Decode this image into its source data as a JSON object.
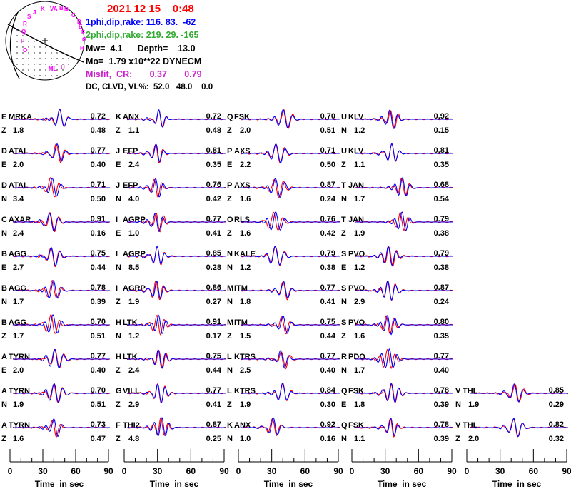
{
  "header": {
    "date": "2021 12 15    0:48",
    "plane1": "1phi,dip,rake: 116. 83.  -62",
    "plane2": "2phi,dip,rake: 219. 29. -165",
    "mw_depth": "Mw=  4.1      Depth=    13.0",
    "moment": "Mo=  1.79 x10**22 DYNECM",
    "misfit": "Misfit,  CR:       0.37       0.79",
    "dc": "DC, CLVD, VL%:  52.0   48.0    0.0"
  },
  "colors": {
    "date": "#ff0000",
    "plane1": "#0000ff",
    "plane2": "#33aa33",
    "misfit": "#cc22cc",
    "observed": "#ff0000",
    "synthetic": "#0000ff",
    "station_labels": "#ff00ff"
  },
  "beachball": {
    "station_labels": [
      "S",
      "J",
      "K",
      "VA",
      "B",
      "N",
      "C",
      "D",
      "E",
      "F",
      "G",
      "H",
      "R",
      "Q",
      "P",
      "O",
      "ML",
      "U"
    ]
  },
  "chart_data": {
    "type": "line",
    "title": "Waveform fits (observed red, synthetic blue)",
    "xlabel": "Time  in sec",
    "xlim": [
      0,
      90
    ],
    "xticks": [
      "0",
      "30",
      "60",
      "90"
    ],
    "columns": [
      {
        "panels": [
          {
            "code": "E",
            "station": "MRKA",
            "cc": "0.72",
            "comp": "Z",
            "amp": "1.8",
            "misfit": "0.48",
            "pulse_t": 46
          },
          {
            "code": "D",
            "station": "ATAL",
            "cc": "0.77",
            "comp": "E",
            "amp": "2.0",
            "misfit": "0.40",
            "pulse_t": 44
          },
          {
            "code": "D",
            "station": "ATAL",
            "cc": "0.71",
            "comp": "N",
            "amp": "3.4",
            "misfit": "0.50",
            "pulse_t": 40
          },
          {
            "code": "C",
            "station": "AXAR",
            "cc": "0.91",
            "comp": "N",
            "amp": "2.4",
            "misfit": "0.16",
            "pulse_t": 38
          },
          {
            "code": "B",
            "station": "AGG",
            "cc": "0.75",
            "comp": "E",
            "amp": "2.7",
            "misfit": "0.44",
            "pulse_t": 40
          },
          {
            "code": "B",
            "station": "AGG",
            "cc": "0.78",
            "comp": "N",
            "amp": "1.7",
            "misfit": "0.39",
            "pulse_t": 40
          },
          {
            "code": "B",
            "station": "AGG",
            "cc": "0.70",
            "comp": "Z",
            "amp": "1.7",
            "misfit": "0.51",
            "pulse_t": 40
          },
          {
            "code": "A",
            "station": "TYRN",
            "cc": "0.77",
            "comp": "E",
            "amp": "2.0",
            "misfit": "0.40",
            "pulse_t": 42
          },
          {
            "code": "A",
            "station": "TYRN",
            "cc": "0.70",
            "comp": "N",
            "amp": "1.9",
            "misfit": "0.51",
            "pulse_t": 42
          },
          {
            "code": "A",
            "station": "TYRN",
            "cc": "0.73",
            "comp": "Z",
            "amp": "1.6",
            "misfit": "0.47",
            "pulse_t": 42
          }
        ]
      },
      {
        "panels": [
          {
            "code": "K",
            "station": "ANX",
            "cc": "0.72",
            "comp": "Z",
            "amp": "1.1",
            "misfit": "0.48",
            "pulse_t": 32
          },
          {
            "code": "J",
            "station": "EFP",
            "cc": "0.81",
            "comp": "E",
            "amp": "2.4",
            "misfit": "0.35",
            "pulse_t": 30
          },
          {
            "code": "J",
            "station": "EFP",
            "cc": "0.76",
            "comp": "N",
            "amp": "4.0",
            "misfit": "0.42",
            "pulse_t": 30
          },
          {
            "code": "I",
            "station": "AGRP",
            "cc": "0.77",
            "comp": "E",
            "amp": "1.0",
            "misfit": "0.41",
            "pulse_t": 30
          },
          {
            "code": "I",
            "station": "AGRP",
            "cc": "0.85",
            "comp": "N",
            "amp": "8.5",
            "misfit": "0.28",
            "pulse_t": 30
          },
          {
            "code": "I",
            "station": "AGRP",
            "cc": "0.86",
            "comp": "Z",
            "amp": "1.9",
            "misfit": "0.27",
            "pulse_t": 30
          },
          {
            "code": "H",
            "station": "LTK",
            "cc": "0.91",
            "comp": "N",
            "amp": "1.2",
            "misfit": "0.17",
            "pulse_t": 32
          },
          {
            "code": "H",
            "station": "LTK",
            "cc": "0.75",
            "comp": "Z",
            "amp": "2.4",
            "misfit": "0.44",
            "pulse_t": 32
          },
          {
            "code": "G",
            "station": "VILL",
            "cc": "0.77",
            "comp": "Z",
            "amp": "2.9",
            "misfit": "0.41",
            "pulse_t": 32
          },
          {
            "code": "F",
            "station": "THI2",
            "cc": "0.87",
            "comp": "Z",
            "amp": "4.8",
            "misfit": "0.25",
            "pulse_t": 34
          }
        ]
      },
      {
        "panels": [
          {
            "code": "Q",
            "station": "FSK",
            "cc": "0.70",
            "comp": "Z",
            "amp": "2.0",
            "misfit": "0.51",
            "pulse_t": 42
          },
          {
            "code": "P",
            "station": "AXS",
            "cc": "0.71",
            "comp": "E",
            "amp": "2.2",
            "misfit": "0.50",
            "pulse_t": 36
          },
          {
            "code": "P",
            "station": "AXS",
            "cc": "0.87",
            "comp": "Z",
            "amp": "1.6",
            "misfit": "0.24",
            "pulse_t": 36
          },
          {
            "code": "O",
            "station": "RLS",
            "cc": "0.76",
            "comp": "Z",
            "amp": "1.6",
            "misfit": "0.42",
            "pulse_t": 34
          },
          {
            "code": "N",
            "station": "KALE",
            "cc": "0.79",
            "comp": "N",
            "amp": "1.2",
            "misfit": "0.38",
            "pulse_t": 34
          },
          {
            "code": "M",
            "station": "ITM",
            "cc": "0.77",
            "comp": "N",
            "amp": "1.8",
            "misfit": "0.41",
            "pulse_t": 42
          },
          {
            "code": "M",
            "station": "ITM",
            "cc": "0.75",
            "comp": "Z",
            "amp": "1.5",
            "misfit": "0.44",
            "pulse_t": 42
          },
          {
            "code": "L",
            "station": "KTRS",
            "cc": "0.77",
            "comp": "N",
            "amp": "2.5",
            "misfit": "0.40",
            "pulse_t": 40
          },
          {
            "code": "L",
            "station": "KTRS",
            "cc": "0.84",
            "comp": "Z",
            "amp": "1.9",
            "misfit": "0.30",
            "pulse_t": 40
          },
          {
            "code": "K",
            "station": "ANX",
            "cc": "0.92",
            "comp": "N",
            "amp": "1.0",
            "misfit": "0.16",
            "pulse_t": 32
          }
        ]
      },
      {
        "panels": [
          {
            "code": "U",
            "station": "KLV",
            "cc": "0.92",
            "comp": "N",
            "amp": "1.2",
            "misfit": "0.15",
            "pulse_t": 36
          },
          {
            "code": "U",
            "station": "KLV",
            "cc": "0.81",
            "comp": "Z",
            "amp": "1.1",
            "misfit": "0.35",
            "pulse_t": 36
          },
          {
            "code": "T",
            "station": "JAN",
            "cc": "0.68",
            "comp": "N",
            "amp": "1.7",
            "misfit": "0.54",
            "pulse_t": 46
          },
          {
            "code": "T",
            "station": "JAN",
            "cc": "0.79",
            "comp": "Z",
            "amp": "1.9",
            "misfit": "0.38",
            "pulse_t": 46
          },
          {
            "code": "S",
            "station": "PVO",
            "cc": "0.79",
            "comp": "E",
            "amp": "1.2",
            "misfit": "0.38",
            "pulse_t": 34
          },
          {
            "code": "S",
            "station": "PVO",
            "cc": "0.87",
            "comp": "N",
            "amp": "2.9",
            "misfit": "0.24",
            "pulse_t": 34
          },
          {
            "code": "S",
            "station": "PVO",
            "cc": "0.80",
            "comp": "Z",
            "amp": "1.6",
            "misfit": "0.35",
            "pulse_t": 34
          },
          {
            "code": "R",
            "station": "PDO",
            "cc": "0.77",
            "comp": "N",
            "amp": "1.7",
            "misfit": "0.40",
            "pulse_t": 34
          },
          {
            "code": "Q",
            "station": "FSK",
            "cc": "0.78",
            "comp": "E",
            "amp": "1.8",
            "misfit": "0.39",
            "pulse_t": 36
          },
          {
            "code": "Q",
            "station": "FSK",
            "cc": "0.78",
            "comp": "N",
            "amp": "1.1",
            "misfit": "0.39",
            "pulse_t": 36
          }
        ]
      },
      {
        "panels": [
          null,
          null,
          null,
          null,
          null,
          null,
          null,
          null,
          {
            "code": "V",
            "station": "THL",
            "cc": "0.85",
            "comp": "N",
            "amp": "1.9",
            "misfit": "0.29",
            "pulse_t": 44
          },
          {
            "code": "V",
            "station": "THL",
            "cc": "0.82",
            "comp": "Z",
            "amp": "2.0",
            "misfit": "0.32",
            "pulse_t": 44
          }
        ]
      }
    ]
  }
}
